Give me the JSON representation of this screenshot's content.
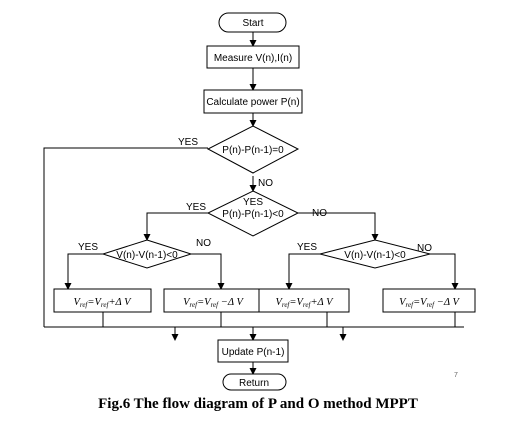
{
  "diagram": {
    "start": "Start",
    "measure": "Measure V(n),I(n)",
    "calculate": "Calculate power P(n)",
    "decision_power_zero": "P(n)-P(n-1)=0",
    "decision_power_change": "P(n)-P(n-1)<0",
    "decision_voltage_left": "V(n)-V(n-1)<0",
    "decision_voltage_right": "V(n)-V(n-1)<0",
    "update": "Update P(n-1)",
    "return": "Return",
    "yes": "YES",
    "no": "NO",
    "vref_label": "V",
    "vref_sub": "ref",
    "increase_op": "+",
    "decrease_op": "−",
    "delta_v": "Δ V"
  },
  "caption": "Fig.6 The flow diagram of P and O method MPPT",
  "page_number": "7"
}
